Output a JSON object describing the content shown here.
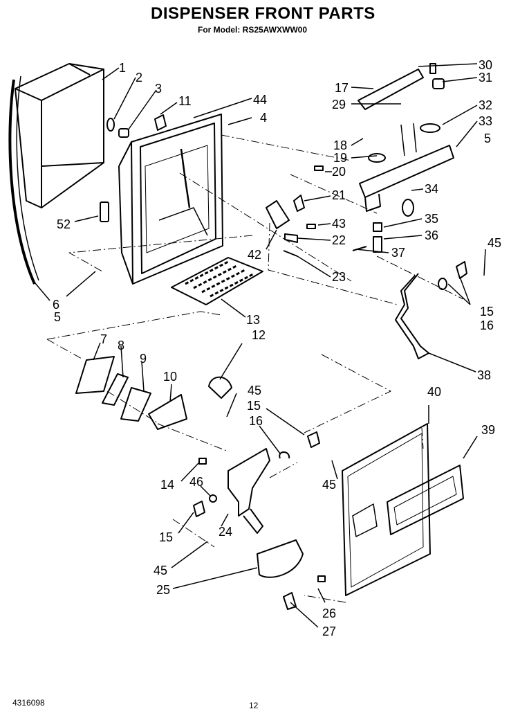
{
  "header": {
    "title": "DISPENSER FRONT PARTS",
    "subtitle": "For Model: RS25AWXWW00"
  },
  "footer": {
    "doc_number": "4316098",
    "page_number": "12"
  },
  "callouts": [
    "1",
    "2",
    "3",
    "11",
    "44",
    "4",
    "17",
    "29",
    "30",
    "31",
    "32",
    "33",
    "5",
    "18",
    "19",
    "20",
    "21",
    "34",
    "52",
    "43",
    "22",
    "35",
    "36",
    "42",
    "23",
    "37",
    "45",
    "6",
    "5",
    "15",
    "16",
    "13",
    "38",
    "12",
    "7",
    "8",
    "9",
    "10",
    "45",
    "15",
    "16",
    "40",
    "39",
    "14",
    "46",
    "45",
    "15",
    "24",
    "45",
    "25",
    "26",
    "27"
  ]
}
